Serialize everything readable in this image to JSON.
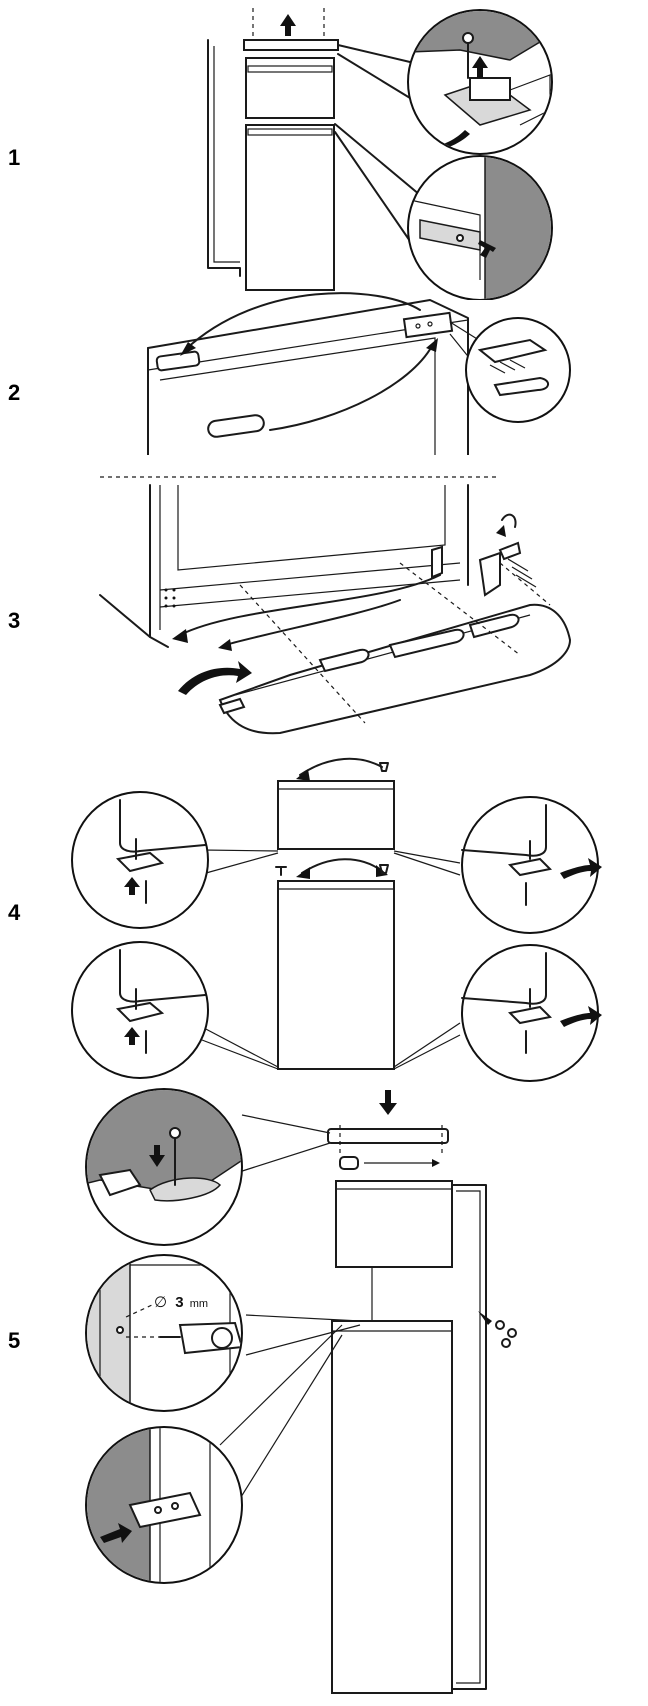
{
  "steps": [
    {
      "number": "1"
    },
    {
      "number": "2"
    },
    {
      "number": "3"
    },
    {
      "number": "4"
    },
    {
      "number": "5"
    }
  ],
  "drill_label": {
    "symbol": "∅",
    "value": "3",
    "unit": "mm"
  }
}
